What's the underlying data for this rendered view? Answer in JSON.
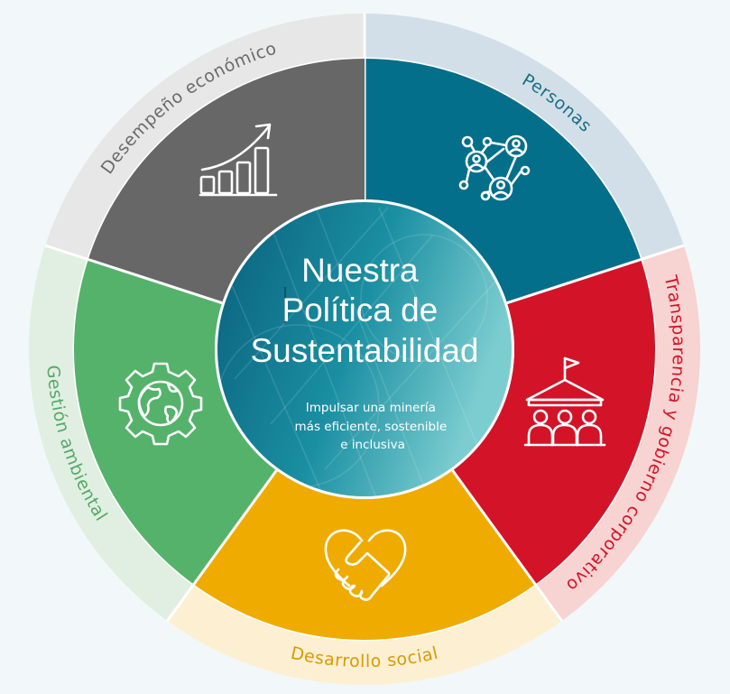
{
  "center": {
    "title_lines": [
      "Nuestra",
      "Política de",
      "Sustentabilidad"
    ],
    "subtitle_lines": [
      "Impulsar una minería",
      "más eficiente, sostenible",
      "e inclusiva"
    ]
  },
  "pillars": [
    {
      "label": "Personas",
      "color": "#036f8a",
      "ring_color": "#d3dfe8",
      "label_color": "#1b6f86",
      "icon": "network-people-icon"
    },
    {
      "label": "Transparencia y gobierno corporativo",
      "color": "#d31327",
      "ring_color": "#f7d3d1",
      "label_color": "#d31327",
      "icon": "government-building-icon"
    },
    {
      "label": "Desarrollo social",
      "color": "#efab00",
      "ring_color": "#fdefd2",
      "label_color": "#d99a00",
      "icon": "heart-handshake-icon"
    },
    {
      "label": "Gestión ambiental",
      "color": "#55b26b",
      "ring_color": "#e0efe1",
      "label_color": "#55a868",
      "icon": "globe-gear-icon"
    },
    {
      "label": "Desempeño económico",
      "color": "#676767",
      "ring_color": "#e7e7e7",
      "label_color": "#6b6b6b",
      "icon": "growth-chart-icon"
    }
  ]
}
